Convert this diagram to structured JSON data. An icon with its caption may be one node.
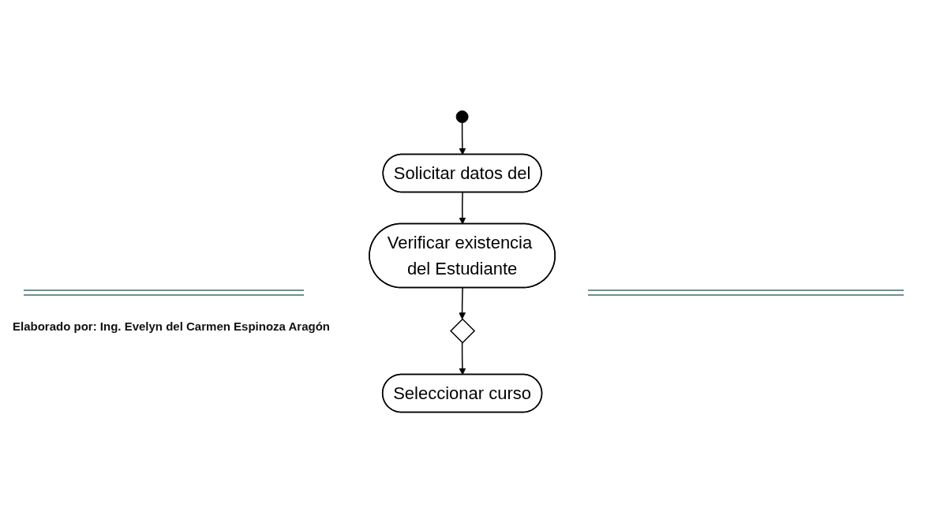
{
  "diagram": {
    "nodes": [
      {
        "text": [],
        "shape": "circle"
      },
      {
        "text": [
          "Solicitar datos del"
        ]
      },
      {
        "text": [
          "Verificar existencia del Estudiante"
        ]
      },
      {
        "text": [],
        "shape": "diamond"
      },
      {
        "text": [
          "Seleccionar curso"
        ]
      }
    ],
    "edges": [
      {
        "from": 0,
        "to": 1,
        "arrow": "to"
      },
      {
        "from": 1,
        "to": 2,
        "arrow": "to"
      },
      {
        "from": 2,
        "to": 3,
        "arrow": "to"
      },
      {
        "from": 3,
        "to": 4,
        "arrow": "to"
      }
    ],
    "labels": [
      "Elaborado por: Ing. Evelyn del Carmen Espinoza Aragón"
    ]
  }
}
